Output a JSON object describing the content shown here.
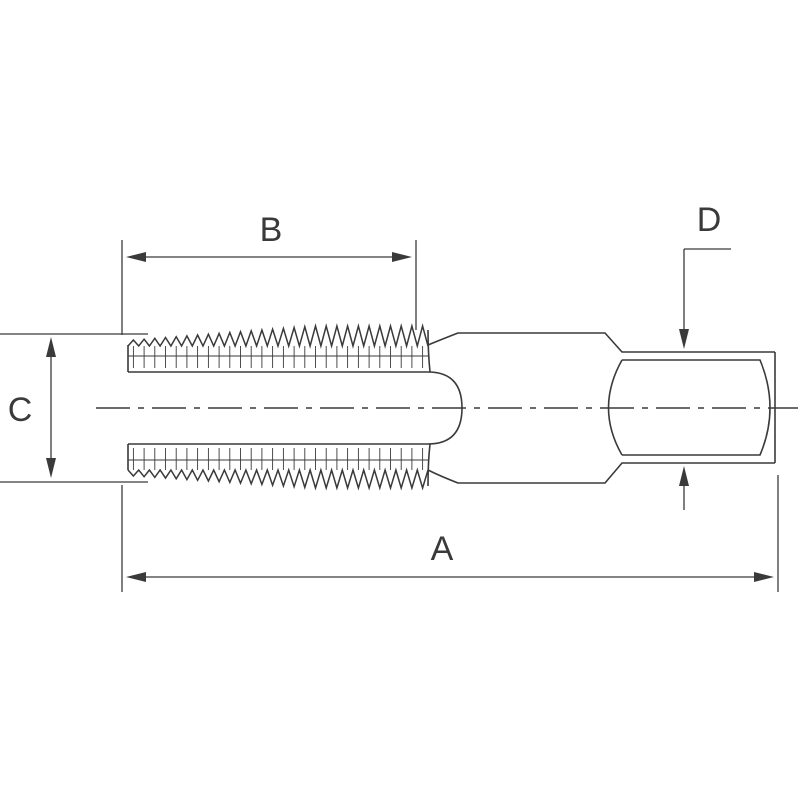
{
  "drawing": {
    "subject": "pipe tap",
    "stroke_color": "#3a3a3a",
    "background": "#ffffff"
  },
  "dimensions": {
    "A": "A",
    "B": "B",
    "C": "C",
    "D": "D"
  }
}
